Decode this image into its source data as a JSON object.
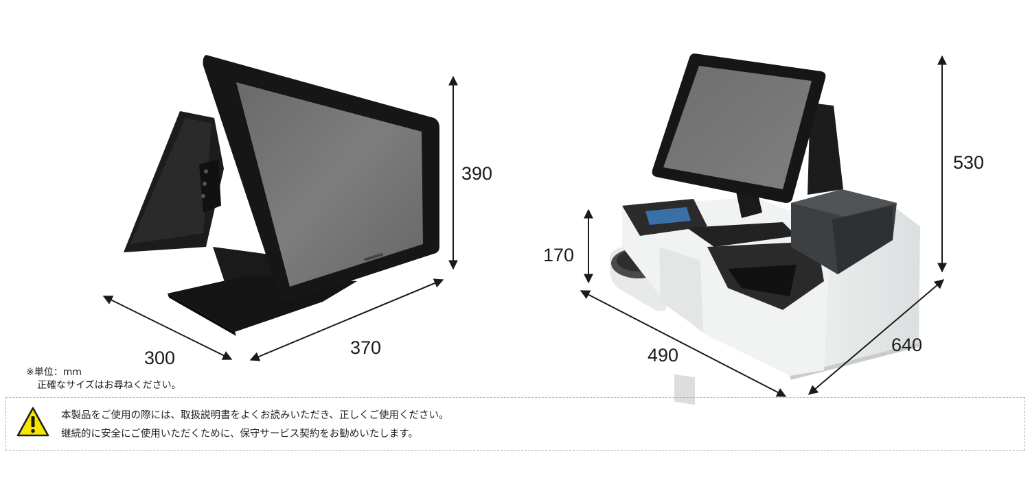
{
  "dimensions": {
    "left_product": {
      "height": "390",
      "depth": "300",
      "width": "370"
    },
    "right_product": {
      "height": "530",
      "lower_height": "170",
      "depth": "490",
      "width": "640"
    }
  },
  "unit_note": {
    "line1": "※単位：mm",
    "line2": "正確なサイズはお尋ねください。"
  },
  "notice": {
    "icon": "warning-triangle-icon",
    "line1": "本製品をご使用の際には、取扱説明書をよくお読みいただき、正しくご使用ください。",
    "line2": "継続的に安全にご使用いただくために、保守サービス契約をお勧めいたします。"
  },
  "colors": {
    "arrow": "#1a1a1a",
    "warning_fill": "#f7e600",
    "device_black": "#151515",
    "device_white": "#eef0f0"
  }
}
